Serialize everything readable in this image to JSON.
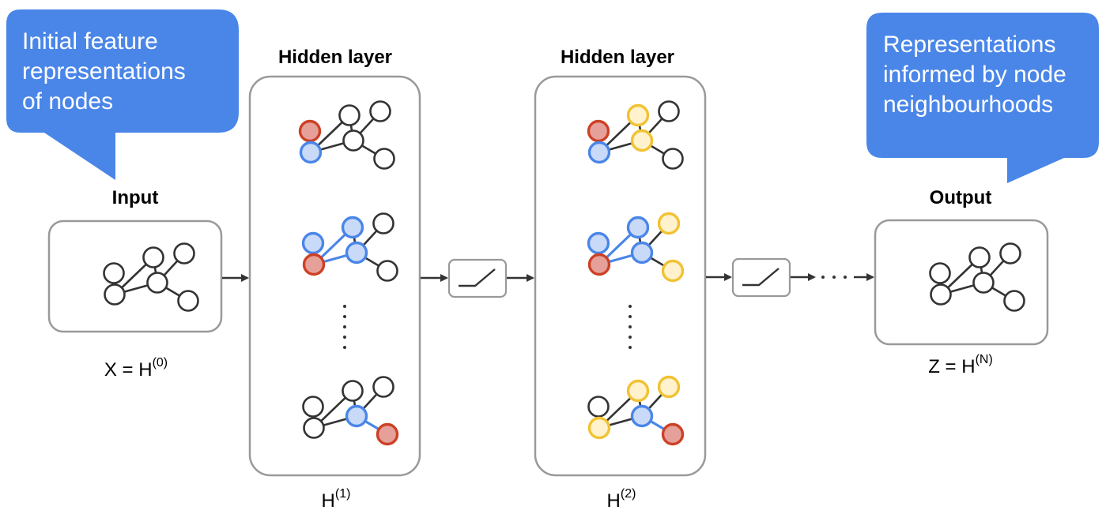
{
  "callouts": {
    "left": {
      "lines": [
        "Initial feature",
        "representations",
        "of nodes"
      ]
    },
    "right": {
      "lines": [
        "Representations",
        "informed by node",
        "neighbourhoods"
      ]
    }
  },
  "stages": {
    "input": {
      "title": "Input",
      "label_base": "X = H",
      "label_sup": "(0)"
    },
    "hidden1": {
      "title": "Hidden layer",
      "label_base": "H",
      "label_sup": "(1)"
    },
    "hidden2": {
      "title": "Hidden layer",
      "label_base": "H",
      "label_sup": "(2)"
    },
    "output": {
      "title": "Output",
      "label_base": "Z = H",
      "label_sup": "(N)"
    }
  },
  "colors": {
    "callout": "#4a86e8",
    "red_fill": "#e6a09a",
    "red_stroke": "#cc4125",
    "blue_fill": "#c9daf8",
    "blue_stroke": "#4a86e8",
    "yellow_fill": "#fff2cc",
    "yellow_stroke": "#f1c232",
    "plain_stroke": "#333333"
  }
}
